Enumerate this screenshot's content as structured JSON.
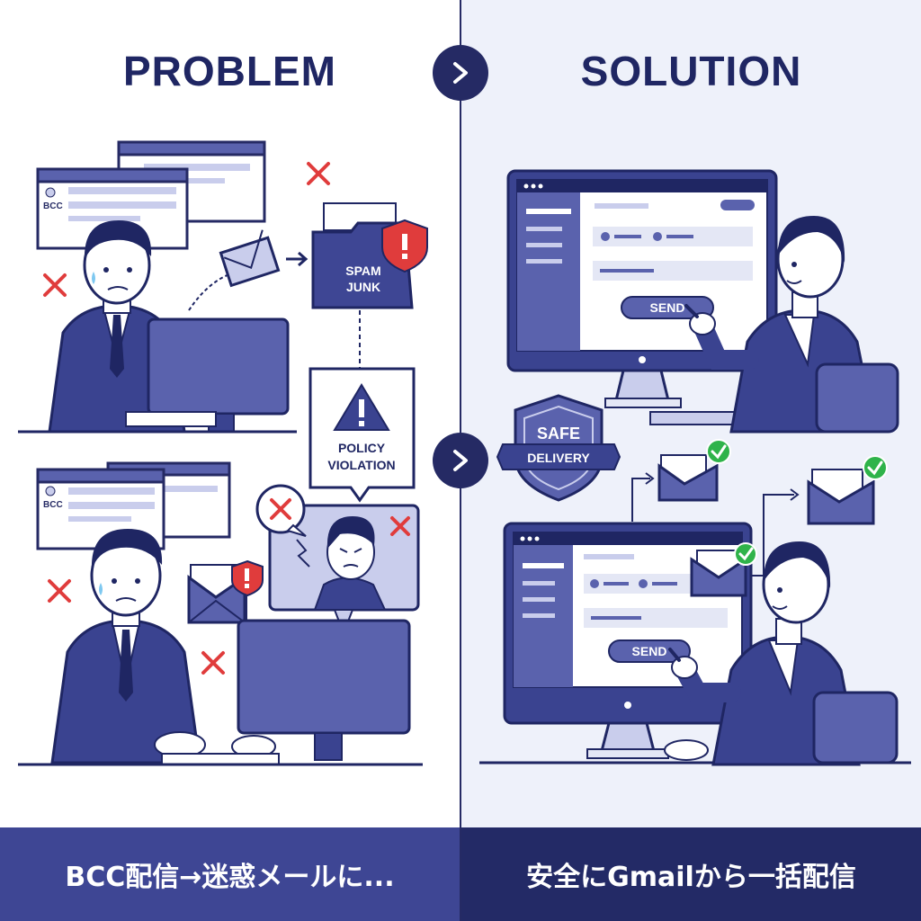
{
  "headings": {
    "problem": "PROBLEM",
    "solution": "SOLUTION"
  },
  "problem": {
    "bcc_label_top": "BCC",
    "bcc_label_bottom": "BCC",
    "folder_line1": "SPAM",
    "folder_line2": "JUNK",
    "policy_line1": "POLICY",
    "policy_line2": "VIOLATION"
  },
  "solution": {
    "send_top": "SEND",
    "send_bottom": "SEND",
    "badge_line1": "SAFE",
    "badge_line2": "DELIVERY"
  },
  "captions": {
    "left": "BCC配信→迷惑メールに...",
    "right": "安全にGmailから一括配信"
  },
  "icons": {
    "arrow": "chevron-right-icon",
    "error": "red-x-icon",
    "warning": "warning-shield-icon",
    "success": "green-check-icon"
  },
  "colors": {
    "navy": "#1f2663",
    "indigo": "#5a62ad",
    "lavender": "#c9cdec",
    "danger": "#e03c3c",
    "success": "#2fb34a"
  }
}
